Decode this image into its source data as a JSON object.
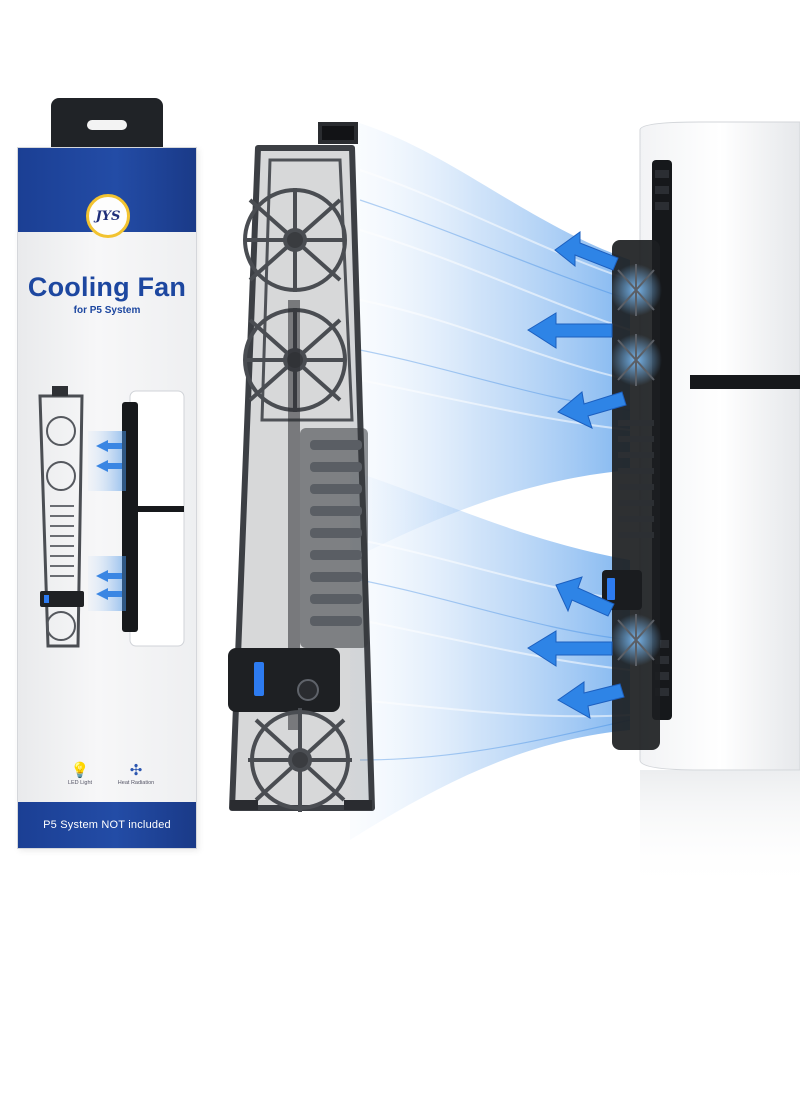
{
  "box": {
    "logo": "JYS",
    "title": "Cooling Fan",
    "subtitle": "for P5 System",
    "features": [
      {
        "label": "LED Light",
        "icon": "bulb-icon"
      },
      {
        "label": "Heat Radiation",
        "icon": "fan-icon"
      }
    ],
    "footer": "P5 System NOT included"
  },
  "colors": {
    "brand_blue": "#1d47a0",
    "airflow_blue": "#3b8ee8",
    "fan_body": "#3a3c40",
    "console_white": "#ffffff",
    "console_black": "#15171a"
  }
}
